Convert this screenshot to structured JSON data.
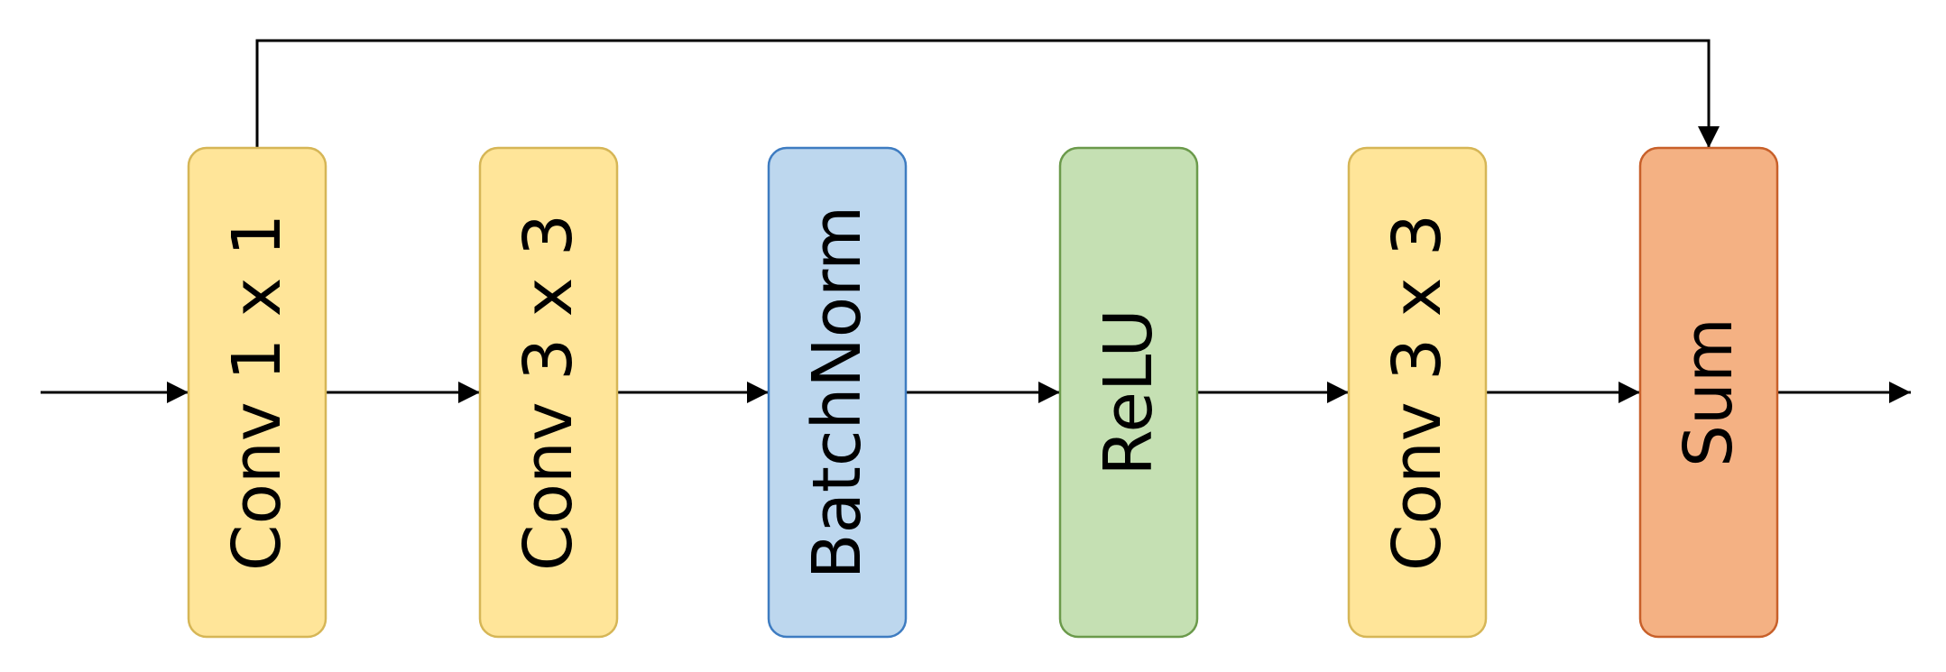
{
  "diagram": {
    "nodes": [
      {
        "id": "conv1x1",
        "label": "Conv 1 x 1",
        "fill": "#FFE599",
        "stroke": "#D6B656"
      },
      {
        "id": "conv3x3_a",
        "label": "Conv 3 x 3",
        "fill": "#FFE599",
        "stroke": "#D6B656"
      },
      {
        "id": "batchnorm",
        "label": "BatchNorm",
        "fill": "#BDD7EE",
        "stroke": "#3E7CC1"
      },
      {
        "id": "relu",
        "label": "ReLU",
        "fill": "#C5E0B3",
        "stroke": "#6B9A4B"
      },
      {
        "id": "conv3x3_b",
        "label": "Conv 3 x 3",
        "fill": "#FFE599",
        "stroke": "#D6B656"
      },
      {
        "id": "sum",
        "label": "Sum",
        "fill": "#F4B183",
        "stroke": "#C8602A"
      }
    ],
    "edges": [
      {
        "from": "input",
        "to": "conv1x1"
      },
      {
        "from": "conv1x1",
        "to": "conv3x3_a"
      },
      {
        "from": "conv3x3_a",
        "to": "batchnorm"
      },
      {
        "from": "batchnorm",
        "to": "relu"
      },
      {
        "from": "relu",
        "to": "conv3x3_b"
      },
      {
        "from": "conv3x3_b",
        "to": "sum"
      },
      {
        "from": "sum",
        "to": "output"
      },
      {
        "from": "conv1x1",
        "to": "sum",
        "kind": "skip"
      }
    ],
    "edge_color": "#000000"
  }
}
